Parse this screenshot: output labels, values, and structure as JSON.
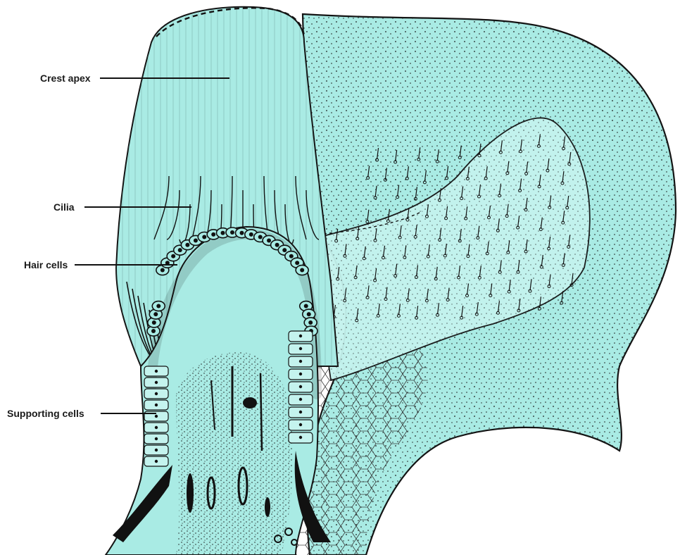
{
  "labels": {
    "crest_apex": "Crest apex",
    "cilia": "Cilia",
    "hair_cells": "Hair cells",
    "supporting_cells": "Supporting cells"
  },
  "colors": {
    "tissue": "#a9ebe4",
    "tissue_light": "#c4f3ee",
    "ink": "#111111",
    "outline": "#141414"
  }
}
